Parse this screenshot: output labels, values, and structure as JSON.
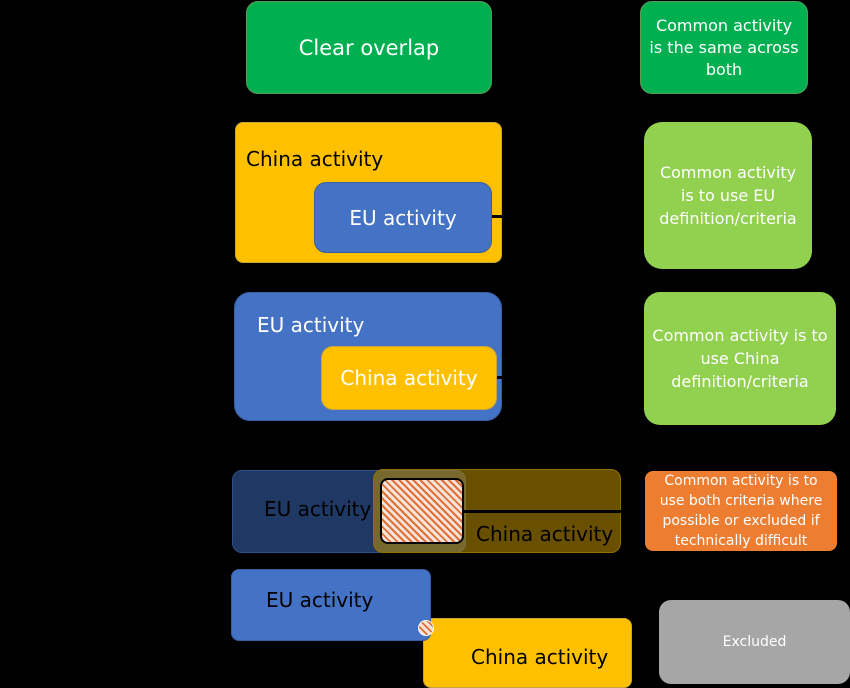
{
  "rows": [
    {
      "diagram": {
        "label": "Clear overlap"
      },
      "result": {
        "text": "Common activity is the same across both",
        "color": "#00b050"
      }
    },
    {
      "diagram": {
        "outer_label": "China activity",
        "inner_label": "EU activity"
      },
      "result": {
        "text": "Common activity is to use EU definition/criteria",
        "color": "#92d050"
      }
    },
    {
      "diagram": {
        "outer_label": "EU activity",
        "inner_label": "China activity"
      },
      "result": {
        "text": "Common activity is to use China definition/criteria",
        "color": "#92d050"
      }
    },
    {
      "diagram": {
        "left_label": "EU activity",
        "right_label": "China activity"
      },
      "result": {
        "text": "Common activity is to use both criteria where possible or excluded if technically difficult",
        "color": "#ed7d31"
      }
    },
    {
      "diagram": {
        "left_label": "EU activity",
        "right_label": "China activity"
      },
      "result": {
        "text": "Excluded",
        "color": "#a6a6a6"
      }
    }
  ]
}
